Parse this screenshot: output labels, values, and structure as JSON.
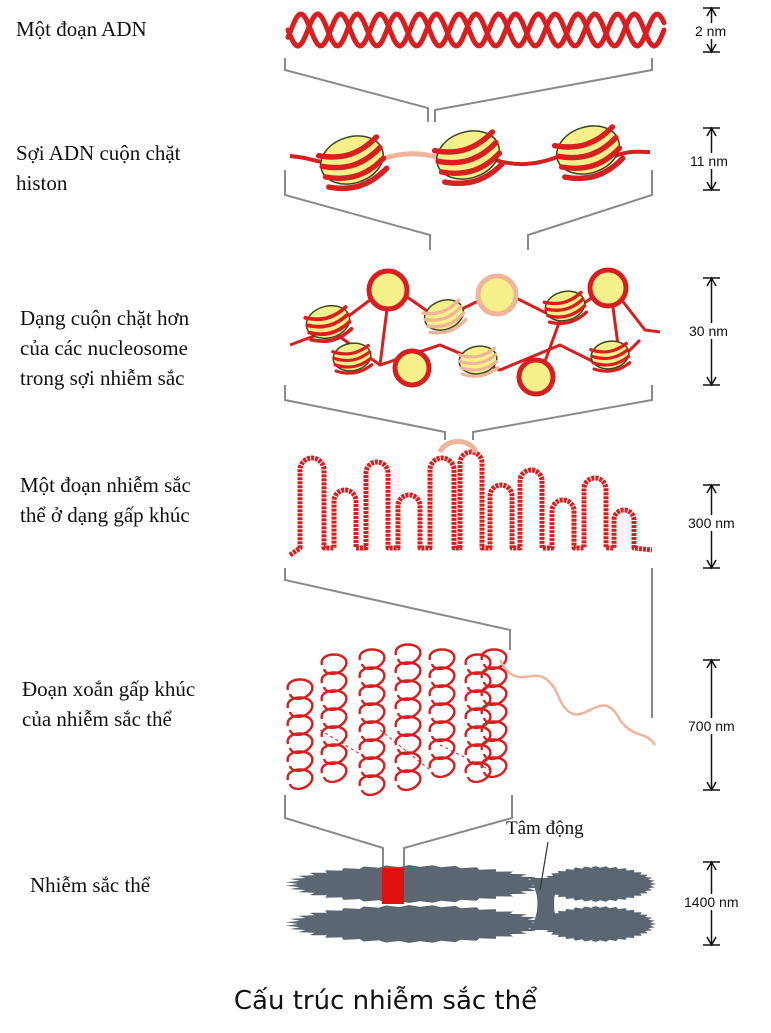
{
  "title": "Cấu trúc nhiễm sắc thể",
  "levels": [
    {
      "label": "Một đoạn ADN",
      "scale": "2 nm"
    },
    {
      "label": "Sợi ADN cuộn chặt\nhiston",
      "scale": "11 nm"
    },
    {
      "label": "Dạng cuộn chặt hơn\ncủa các nucleosome\ntrong sợi nhiễm sắc",
      "scale": "30 nm"
    },
    {
      "label": "Một đoạn nhiễm sắc\nthể ở dạng gấp khúc",
      "scale": "300 nm"
    },
    {
      "label": "Đoạn xoắn gấp khúc\ncủa nhiễm sắc thể",
      "scale": "700 nm"
    },
    {
      "label": "Nhiễm sắc thể",
      "scale": "1400 nm"
    }
  ],
  "centromere_label": "Tâm động",
  "colors": {
    "dna": "#d81e1e",
    "dna_light": "#f0b49a",
    "histone": "#f6f08a",
    "chromosome": "#5b6670",
    "centromere_band": "#e01010"
  }
}
